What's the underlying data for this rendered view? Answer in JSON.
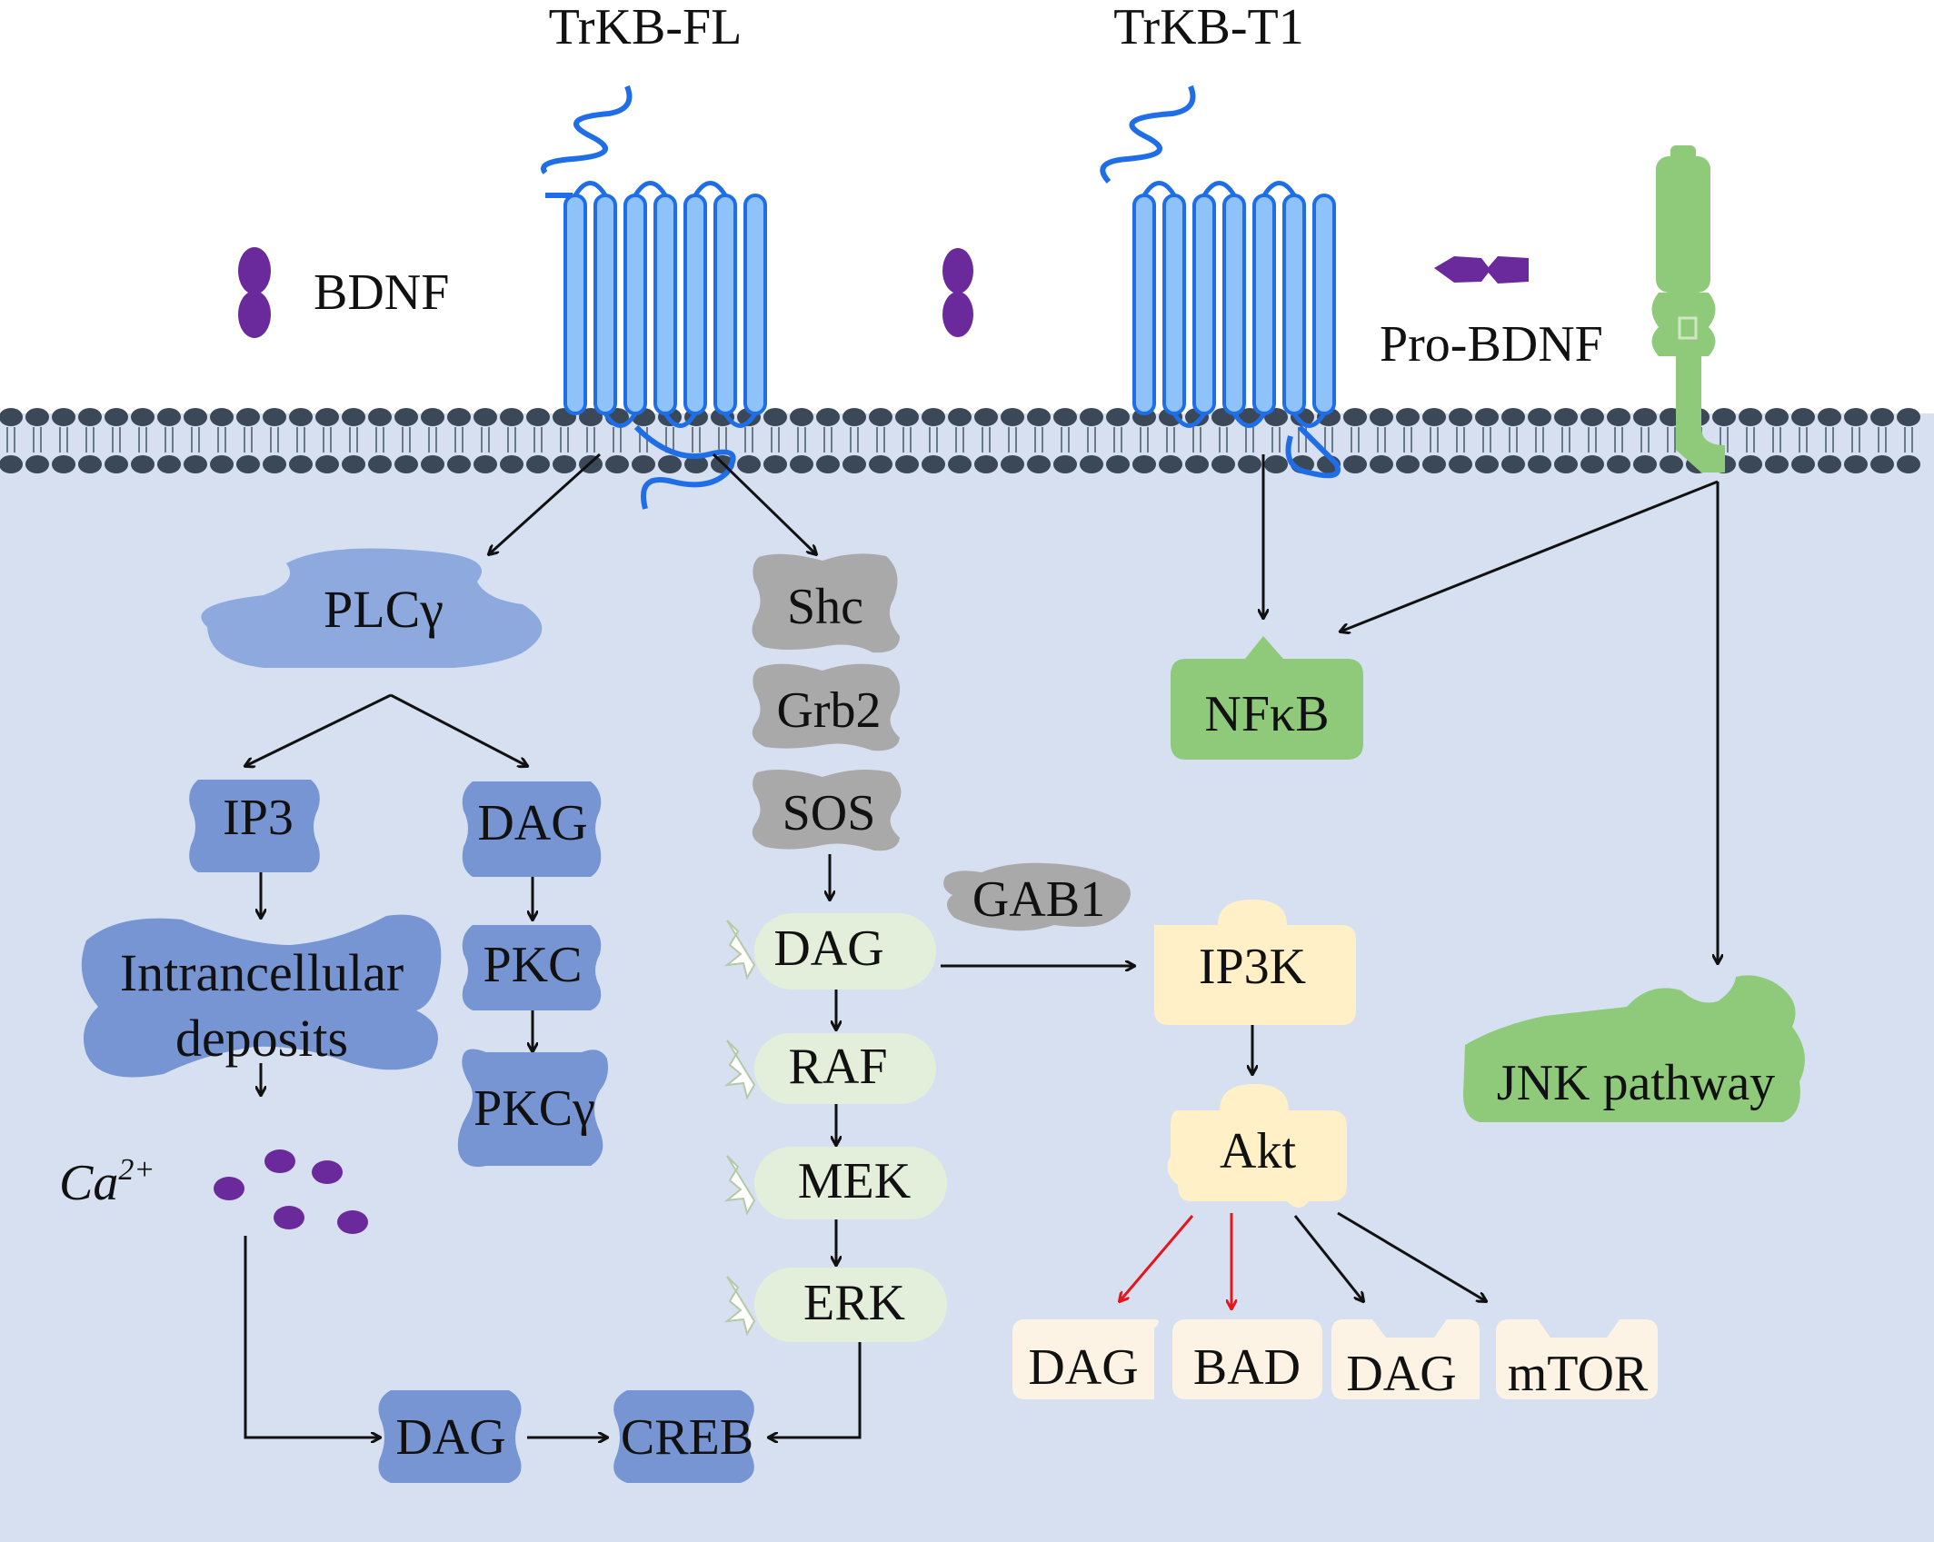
{
  "colors": {
    "cytoplasm": "#d6e0f1",
    "membrane_bead": "#3a4858",
    "trkb_fill": "#8fc2f9",
    "trkb_stroke": "#1f6ee8",
    "bdnf": "#6a2a9c",
    "plc_blue": "#8ea9dd",
    "pathway_blue": "#7795d3",
    "gray_adapter": "#a9a9a9",
    "mapk_green": "#e3efda",
    "p75_green": "#8fc97a",
    "akt_yellow": "#fff0c8",
    "akt_target": "#fdf3e4",
    "inhibit_red": "#e8141c"
  },
  "receptors": {
    "trkb_fl": "TrKB-FL",
    "trkb_t1": "TrKB-T1"
  },
  "ligands": {
    "bdnf": "BDNF",
    "pro_bdnf": "Pro-BDNF",
    "ca": "Ca",
    "ca_charge": "2+"
  },
  "plc_pathway": {
    "plc": "PLCγ",
    "ip3": "IP3",
    "dag": "DAG",
    "deposits_line1": "Intrancellular",
    "deposits_line2": "deposits",
    "pkc": "PKC",
    "pkc_gamma": "PKCγ",
    "dag_bottom": "DAG",
    "creb": "CREB"
  },
  "mapk_pathway": {
    "shc": "Shc",
    "grb2": "Grb2",
    "sos": "SOS",
    "dag": "DAG",
    "raf": "RAF",
    "mek": "MEK",
    "erk": "ERK"
  },
  "pi3k_pathway": {
    "gab1": "GAB1",
    "ip3k": "IP3K",
    "akt": "Akt",
    "targets": [
      "DAG",
      "BAD",
      "DAG",
      "mTOR"
    ]
  },
  "p75_pathway": {
    "nfkb": "NFκB",
    "jnk": "JNK pathway"
  }
}
